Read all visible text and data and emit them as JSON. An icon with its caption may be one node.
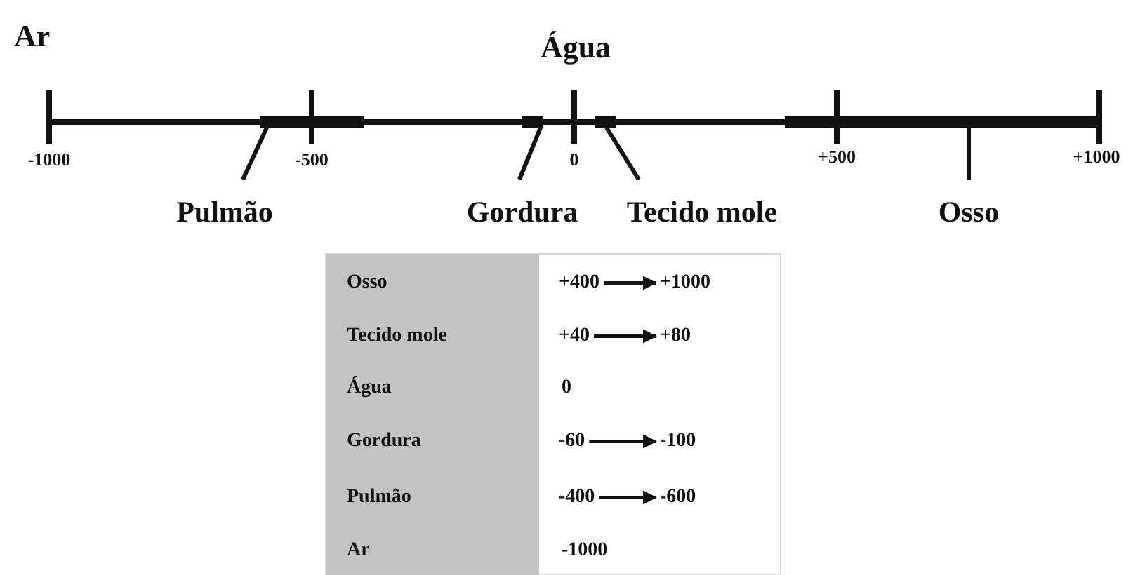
{
  "diagram": {
    "nodes": [
      {
        "text": [
          "Pulmão"
        ]
      },
      {
        "text": [
          "Gordura"
        ]
      },
      {
        "text": [
          "Tecido mole"
        ]
      },
      {
        "text": [
          "Osso"
        ]
      },
      {
        "text": [],
        "shape": "bar"
      },
      {
        "text": [],
        "shape": "bar"
      },
      {
        "text": [],
        "shape": "bar"
      },
      {
        "text": [],
        "shape": "bar"
      },
      {
        "text": [
          "+400"
        ]
      },
      {
        "text": [
          "+1000"
        ]
      },
      {
        "text": [
          "+40"
        ]
      },
      {
        "text": [
          "+80"
        ]
      },
      {
        "text": [
          "-60"
        ]
      },
      {
        "text": [
          "-100"
        ]
      },
      {
        "text": [
          "-400"
        ]
      },
      {
        "text": [
          "-600"
        ]
      }
    ],
    "edges": [
      {
        "from": 0,
        "to": 4,
        "arrow": "none"
      },
      {
        "from": 1,
        "to": 5,
        "arrow": "none"
      },
      {
        "from": 2,
        "to": 6,
        "arrow": "none"
      },
      {
        "from": 3,
        "to": 7,
        "arrow": "none"
      },
      {
        "from": 8,
        "to": 9,
        "arrow": "to"
      },
      {
        "from": 10,
        "to": 11,
        "arrow": "to"
      },
      {
        "from": 12,
        "to": 13,
        "arrow": "to"
      },
      {
        "from": 14,
        "to": 15,
        "arrow": "to"
      }
    ],
    "labels": [
      "Ar",
      "Água",
      "-1000",
      "-500",
      "0",
      "+500",
      "+1000",
      "Osso",
      "Tecido mole",
      "Água",
      "0",
      "Gordura",
      "Pulmão",
      "Ar",
      "-1000"
    ]
  }
}
